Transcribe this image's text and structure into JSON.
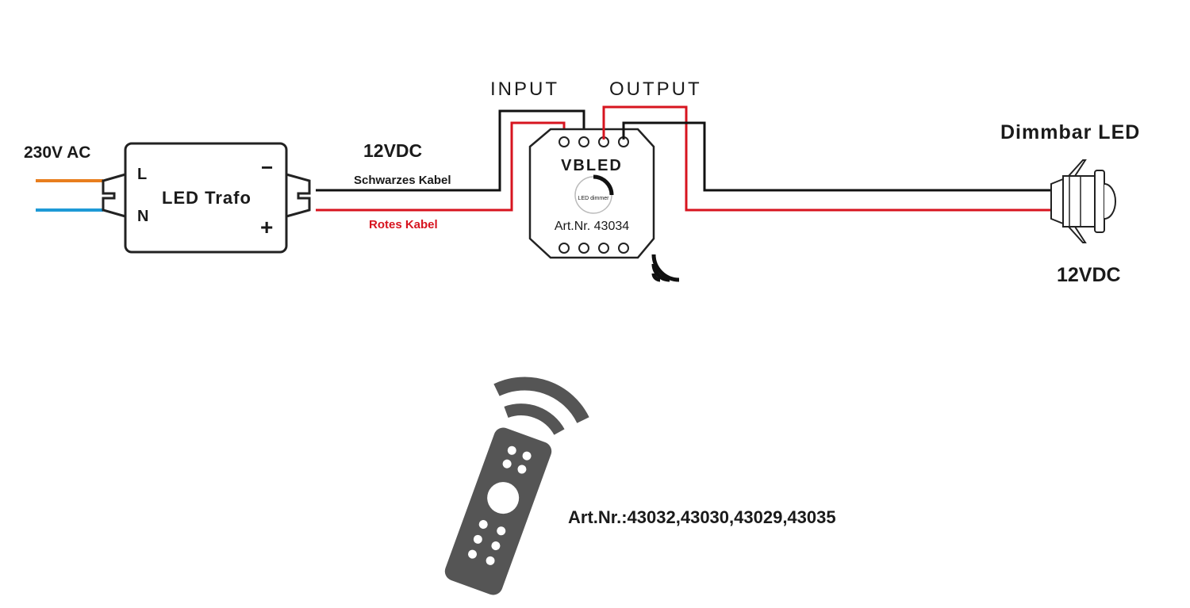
{
  "mains": {
    "label": "230V AC",
    "wire_l_color": "#e87e1e",
    "wire_n_color": "#1e9ad6"
  },
  "trafo": {
    "label": "LED Trafo",
    "terminal_l": "L",
    "terminal_n": "N",
    "minus": "−",
    "plus": "+"
  },
  "dc_in": {
    "voltage": "12VDC",
    "black_cable": "Schwarzes Kabel",
    "red_cable": "Rotes Kabel"
  },
  "dimmer": {
    "input_label": "INPUT",
    "output_label": "OUTPUT",
    "brand": "VBLED",
    "knob_label": "LED dimmer",
    "art_nr": "Art.Nr. 43034"
  },
  "led": {
    "title": "Dimmbar LED",
    "voltage": "12VDC"
  },
  "remote": {
    "art_nr": "Art.Nr.:43032,43030,43029,43035",
    "body_color": "#555555"
  },
  "colors": {
    "black_wire": "#111111",
    "red_wire": "#d7141f",
    "outline": "#222222"
  }
}
